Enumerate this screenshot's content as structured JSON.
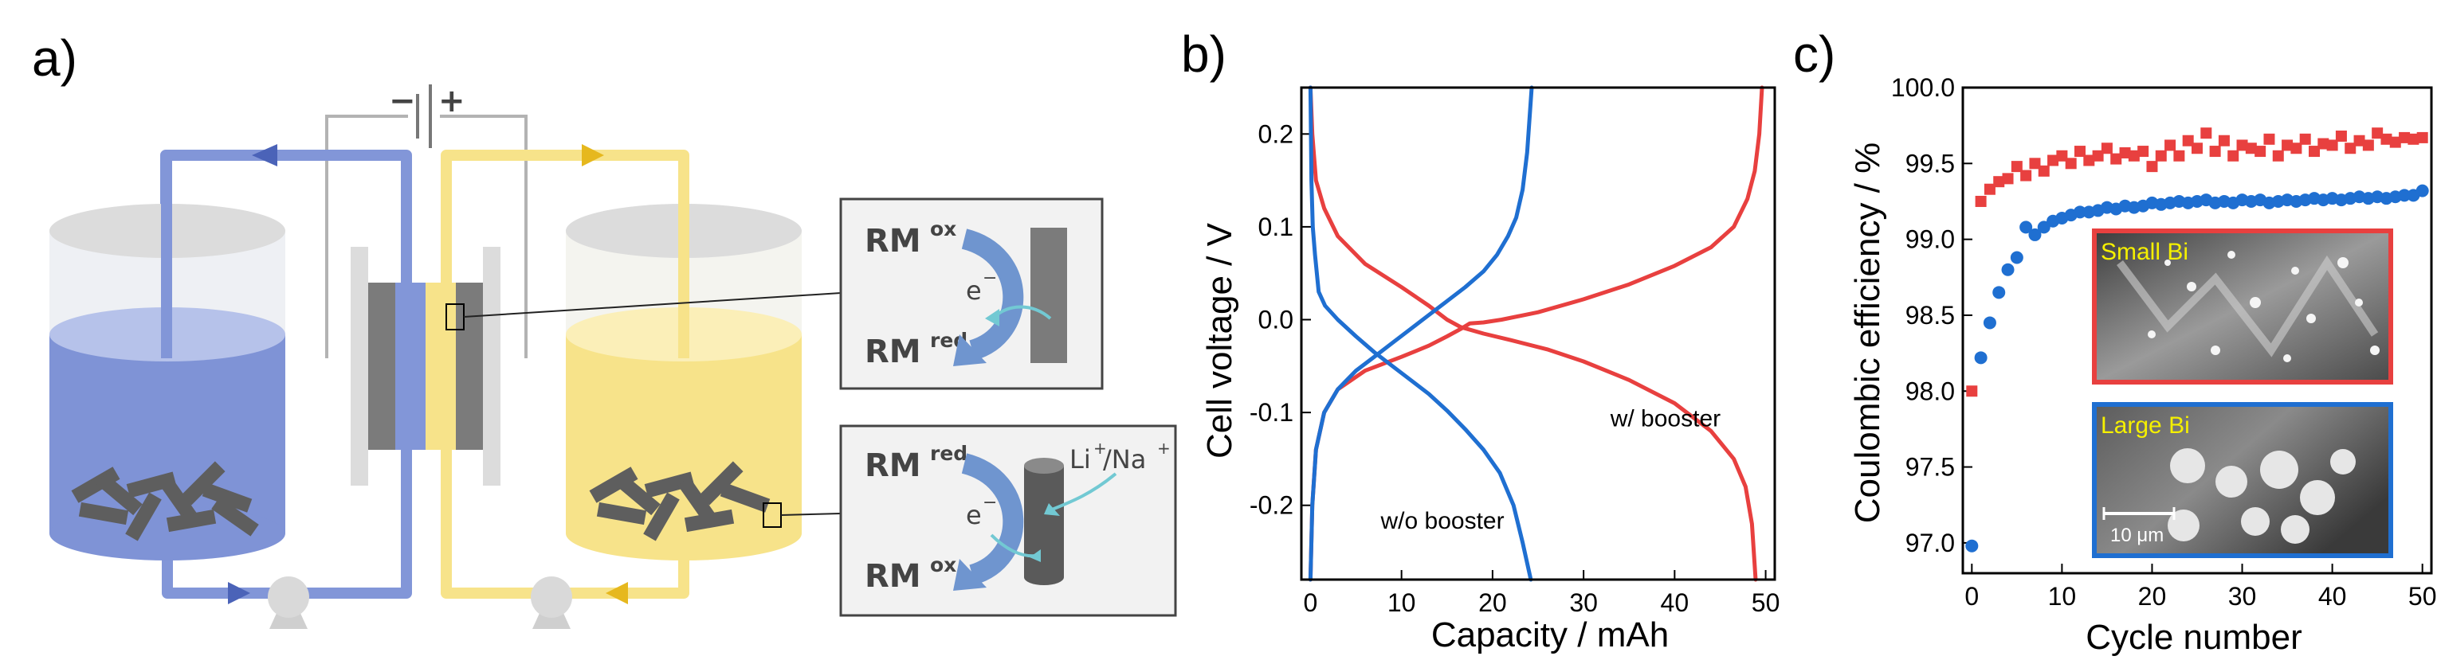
{
  "panels": {
    "a": {
      "letter": "a)",
      "battery_minus": "−",
      "battery_plus": "+",
      "box_top": {
        "rm_top": "RM",
        "rm_top_sup": "ox",
        "electron": "e",
        "electron_sup": "−",
        "rm_bottom": "RM",
        "rm_bottom_sup": "red"
      },
      "box_bottom": {
        "rm_top": "RM",
        "rm_top_sup": "red",
        "electron": "e",
        "electron_sup": "−",
        "ion_li": "Li",
        "ion_plus1": "+",
        "ion_sep": "/Na",
        "ion_plus2": "+",
        "rm_bottom": "RM",
        "rm_bottom_sup": "ox"
      },
      "colors": {
        "anolyte": "#7f93d6",
        "catholyte": "#f7e38a",
        "electrode": "#7b7b7b"
      }
    },
    "b": {
      "letter": "b)"
    },
    "c": {
      "letter": "c)",
      "inset_small": "Small Bi",
      "inset_large": "Large Bi",
      "scale_bar": "10 μm"
    }
  },
  "chart_data": [
    {
      "type": "line",
      "panel": "b",
      "xlabel": "Capacity / mAh",
      "ylabel": "Cell voltage / V",
      "xlim": [
        -1,
        51
      ],
      "ylim": [
        -0.28,
        0.25
      ],
      "xticks": [
        0,
        10,
        20,
        30,
        40,
        50
      ],
      "yticks": [
        -0.2,
        -0.1,
        0.0,
        0.1,
        0.2
      ],
      "xtick_labels": [
        "0",
        "10",
        "20",
        "30",
        "40",
        "50"
      ],
      "ytick_labels": [
        "-0.2",
        "-0.1",
        "0.0",
        "0.1",
        "0.2"
      ],
      "annotations": [
        {
          "text": "w/ booster",
          "x": 39,
          "y": -0.115
        },
        {
          "text": "w/o booster",
          "x": 14.5,
          "y": -0.225
        }
      ],
      "series": [
        {
          "label": "w/ booster charge",
          "color": "#e8403f",
          "points": [
            [
              0,
              -0.28
            ],
            [
              0.2,
              -0.2
            ],
            [
              0.6,
              -0.14
            ],
            [
              1.5,
              -0.1
            ],
            [
              3,
              -0.075
            ],
            [
              6,
              -0.055
            ],
            [
              10,
              -0.04
            ],
            [
              13,
              -0.028
            ],
            [
              15,
              -0.018
            ],
            [
              16.5,
              -0.01
            ],
            [
              17.5,
              -0.004
            ],
            [
              19,
              -0.003
            ],
            [
              21,
              0.0
            ],
            [
              25,
              0.008
            ],
            [
              30,
              0.022
            ],
            [
              35,
              0.038
            ],
            [
              40,
              0.058
            ],
            [
              44,
              0.078
            ],
            [
              46.5,
              0.1
            ],
            [
              48,
              0.13
            ],
            [
              48.8,
              0.16
            ],
            [
              49.3,
              0.2
            ],
            [
              49.6,
              0.25
            ]
          ]
        },
        {
          "label": "w/ booster discharge",
          "color": "#e8403f",
          "points": [
            [
              0,
              0.25
            ],
            [
              0.2,
              0.2
            ],
            [
              0.6,
              0.15
            ],
            [
              1.5,
              0.12
            ],
            [
              3,
              0.09
            ],
            [
              6,
              0.06
            ],
            [
              10,
              0.035
            ],
            [
              13,
              0.015
            ],
            [
              15,
              0.0
            ],
            [
              16.5,
              -0.008
            ],
            [
              19,
              -0.015
            ],
            [
              22,
              -0.022
            ],
            [
              26,
              -0.032
            ],
            [
              30,
              -0.045
            ],
            [
              35,
              -0.065
            ],
            [
              40,
              -0.09
            ],
            [
              44,
              -0.12
            ],
            [
              46.5,
              -0.15
            ],
            [
              47.8,
              -0.18
            ],
            [
              48.5,
              -0.22
            ],
            [
              48.9,
              -0.28
            ]
          ]
        },
        {
          "label": "w/o booster charge",
          "color": "#1f6fd1",
          "points": [
            [
              0,
              -0.28
            ],
            [
              0.2,
              -0.2
            ],
            [
              0.6,
              -0.14
            ],
            [
              1.5,
              -0.1
            ],
            [
              3,
              -0.075
            ],
            [
              5,
              -0.055
            ],
            [
              7,
              -0.04
            ],
            [
              9,
              -0.025
            ],
            [
              11,
              -0.01
            ],
            [
              13,
              0.005
            ],
            [
              15,
              0.02
            ],
            [
              17,
              0.035
            ],
            [
              19,
              0.052
            ],
            [
              20.5,
              0.07
            ],
            [
              21.7,
              0.09
            ],
            [
              22.6,
              0.11
            ],
            [
              23.3,
              0.14
            ],
            [
              23.8,
              0.18
            ],
            [
              24.3,
              0.25
            ]
          ]
        },
        {
          "label": "w/o booster discharge",
          "color": "#1f6fd1",
          "points": [
            [
              0,
              0.25
            ],
            [
              0.1,
              0.15
            ],
            [
              0.25,
              0.1
            ],
            [
              0.5,
              0.07
            ],
            [
              0.9,
              0.03
            ],
            [
              1.6,
              0.015
            ],
            [
              3,
              0.0
            ],
            [
              5,
              -0.018
            ],
            [
              7,
              -0.035
            ],
            [
              9,
              -0.05
            ],
            [
              11,
              -0.065
            ],
            [
              13,
              -0.08
            ],
            [
              15,
              -0.098
            ],
            [
              17,
              -0.118
            ],
            [
              19,
              -0.14
            ],
            [
              20.8,
              -0.165
            ],
            [
              22.3,
              -0.2
            ],
            [
              23.3,
              -0.24
            ],
            [
              24.2,
              -0.28
            ]
          ]
        }
      ]
    },
    {
      "type": "scatter",
      "panel": "c",
      "xlabel": "Cycle number",
      "ylabel": "Coulombic efficiency / %",
      "xlim": [
        -1,
        51
      ],
      "ylim": [
        96.8,
        100.0
      ],
      "xticks": [
        0,
        10,
        20,
        30,
        40,
        50
      ],
      "yticks": [
        97.0,
        97.5,
        98.0,
        98.5,
        99.0,
        99.5,
        100.0
      ],
      "xtick_labels": [
        "0",
        "10",
        "20",
        "30",
        "40",
        "50"
      ],
      "ytick_labels": [
        "97.0",
        "97.5",
        "98.0",
        "98.5",
        "99.0",
        "99.5",
        "100.0"
      ],
      "series": [
        {
          "label": "Small Bi",
          "color": "#e8403f",
          "marker": "square",
          "x": [
            0,
            1,
            2,
            3,
            4,
            5,
            6,
            7,
            8,
            9,
            10,
            11,
            12,
            13,
            14,
            15,
            16,
            17,
            18,
            19,
            20,
            21,
            22,
            23,
            24,
            25,
            26,
            27,
            28,
            29,
            30,
            31,
            32,
            33,
            34,
            35,
            36,
            37,
            38,
            39,
            40,
            41,
            42,
            43,
            44,
            45,
            46,
            47,
            48,
            49,
            50
          ],
          "y": [
            98.0,
            99.25,
            99.33,
            99.38,
            99.4,
            99.48,
            99.42,
            99.5,
            99.45,
            99.52,
            99.55,
            99.5,
            99.58,
            99.52,
            99.55,
            99.6,
            99.53,
            99.57,
            99.55,
            99.58,
            99.48,
            99.55,
            99.62,
            99.55,
            99.65,
            99.6,
            99.7,
            99.58,
            99.65,
            99.55,
            99.62,
            99.6,
            99.58,
            99.66,
            99.55,
            99.62,
            99.6,
            99.66,
            99.58,
            99.63,
            99.62,
            99.68,
            99.6,
            99.65,
            99.62,
            99.7,
            99.66,
            99.64,
            99.67,
            99.66,
            99.67
          ]
        },
        {
          "label": "Large Bi",
          "color": "#1f6fd1",
          "marker": "circle",
          "x": [
            0,
            1,
            2,
            3,
            4,
            5,
            6,
            7,
            8,
            9,
            10,
            11,
            12,
            13,
            14,
            15,
            16,
            17,
            18,
            19,
            20,
            21,
            22,
            23,
            24,
            25,
            26,
            27,
            28,
            29,
            30,
            31,
            32,
            33,
            34,
            35,
            36,
            37,
            38,
            39,
            40,
            41,
            42,
            43,
            44,
            45,
            46,
            47,
            48,
            49,
            50
          ],
          "y": [
            96.98,
            98.22,
            98.45,
            98.65,
            98.8,
            98.88,
            99.08,
            99.03,
            99.08,
            99.12,
            99.14,
            99.16,
            99.18,
            99.18,
            99.19,
            99.21,
            99.2,
            99.22,
            99.21,
            99.22,
            99.24,
            99.23,
            99.24,
            99.25,
            99.24,
            99.25,
            99.26,
            99.24,
            99.25,
            99.24,
            99.26,
            99.25,
            99.26,
            99.24,
            99.25,
            99.26,
            99.25,
            99.26,
            99.27,
            99.26,
            99.27,
            99.26,
            99.27,
            99.28,
            99.27,
            99.28,
            99.27,
            99.28,
            99.29,
            99.29,
            99.32
          ]
        }
      ]
    }
  ]
}
